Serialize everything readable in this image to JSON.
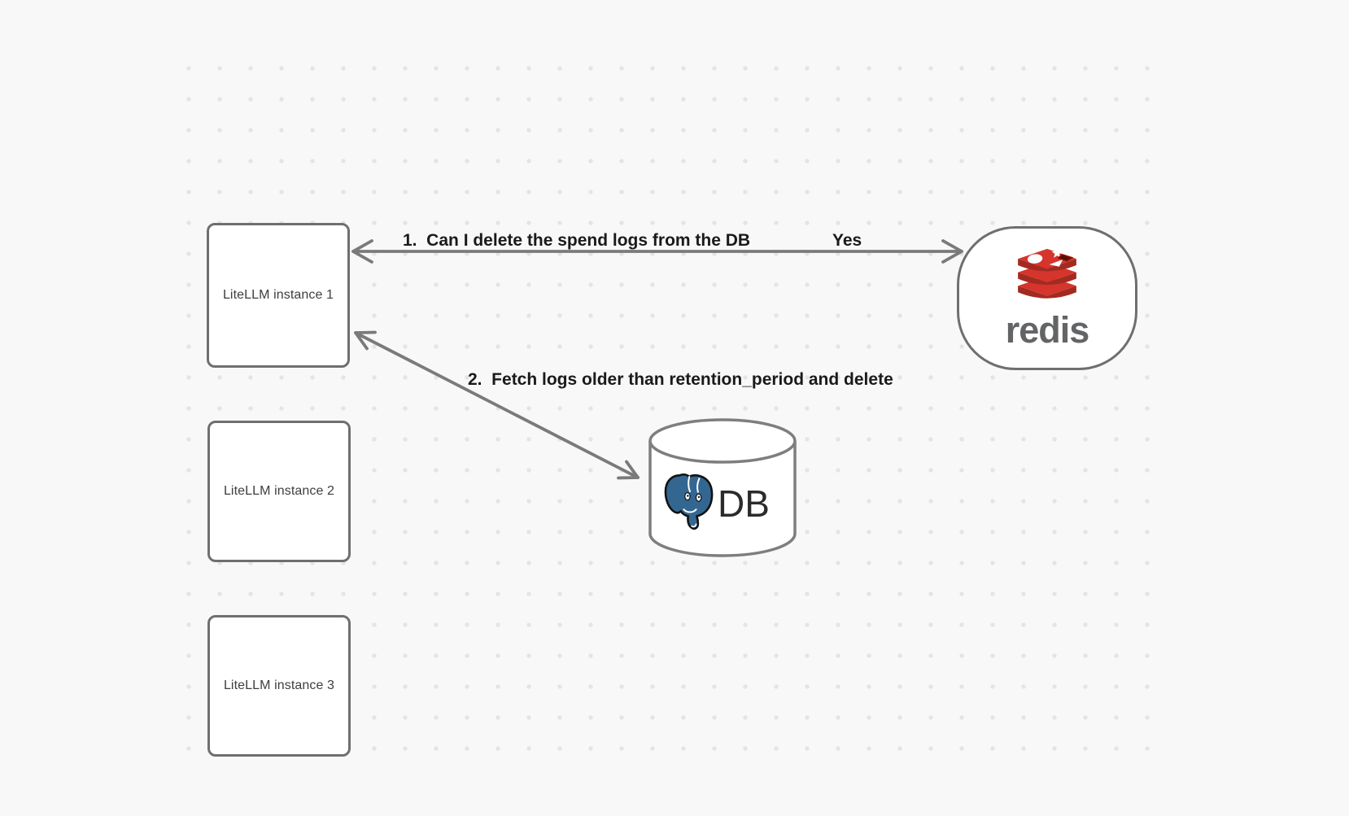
{
  "canvas": {
    "background_color": "#f8f8f8",
    "dot_color": "#e4e4e4",
    "shape_stroke_color": "#6f6f6f",
    "arrow_color": "#7a7a7a"
  },
  "nodes": {
    "litellm_instances": [
      {
        "label": "LiteLLM instance 1",
        "shape": "rectangle"
      },
      {
        "label": "LiteLLM instance 2",
        "shape": "rectangle"
      },
      {
        "label": "LiteLLM instance 3",
        "shape": "rectangle"
      }
    ],
    "redis": {
      "wordmark": "redis",
      "logo_icon": "redis-stack-logo",
      "shape": "rounded-pill",
      "logo_red": "#D5352C",
      "logo_dark_red": "#A32A21",
      "wordmark_color": "#636466"
    },
    "database": {
      "label": "DB",
      "logo_icon": "postgresql-elephant-logo",
      "shape": "cylinder",
      "elephant_blue": "#336791"
    }
  },
  "edges": {
    "edge1": {
      "label": "1.  Can I delete the spend logs from the DB",
      "response": "Yes",
      "from": "LiteLLM instance 1",
      "to": "redis",
      "arrowheads": "both"
    },
    "edge2": {
      "label": "2.  Fetch logs older than retention_period and delete",
      "from": "LiteLLM instance 1",
      "to": "DB",
      "arrowheads": "both"
    }
  }
}
